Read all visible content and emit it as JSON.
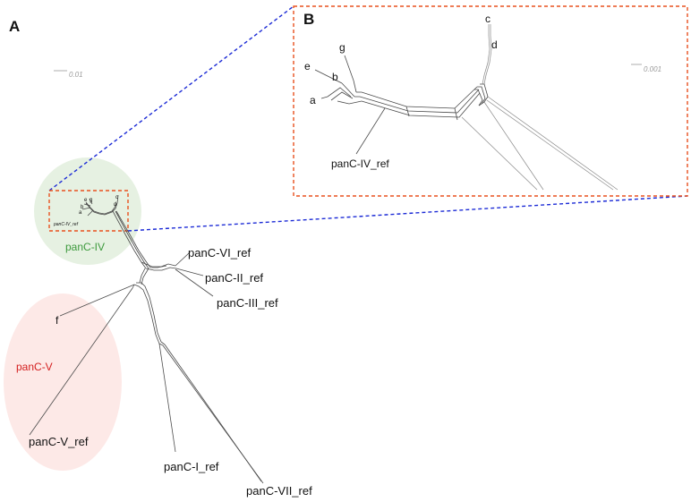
{
  "panels": {
    "a_letter": "A",
    "b_letter": "B"
  },
  "groups": {
    "panc_iv": {
      "label": "panC-IV",
      "fill": "#e6f1e2",
      "text_color": "#3d9a3d"
    },
    "panc_v": {
      "label": "panC-V",
      "fill": "#fde9e7",
      "text_color": "#d42020"
    }
  },
  "taxa": {
    "panc_vi_ref": "panC-VI_ref",
    "panc_ii_ref": "panC-II_ref",
    "panc_iii_ref": "panC-III_ref",
    "panc_v_ref": "panC-V_ref",
    "panc_i_ref": "panC-I_ref",
    "panc_vii_ref": "panC-VII_ref",
    "f": "f"
  },
  "inset_a_taxa": {
    "e": "e",
    "g": "g",
    "b": "b",
    "a": "a",
    "c": "c",
    "d": "d",
    "panc_iv_ref": "panC-IV_ref"
  },
  "inset_b_taxa": {
    "c": "c",
    "d": "d",
    "g": "g",
    "e": "e",
    "b": "b",
    "a": "a",
    "panc_iv_ref": "panC-IV_ref"
  },
  "scale_bars": {
    "panel_a": "0.01",
    "panel_b": "0.001"
  },
  "colors": {
    "zoom_box": "#e8501e",
    "zoom_connector": "#1c2bd6",
    "branch": "#4a4a4a"
  }
}
